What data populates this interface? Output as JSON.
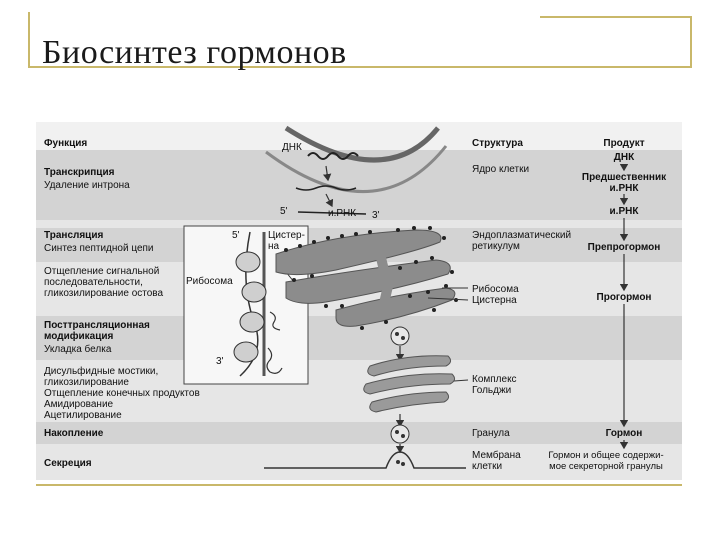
{
  "slide": {
    "title": "Биосинтез гормонов"
  },
  "left_column": {
    "header": "Функция",
    "rows": [
      {
        "title": "Транскрипция",
        "lines": "Удаление интрона"
      },
      {
        "title": "Трансляция",
        "lines": "Синтез пептидной цепи"
      },
      {
        "title": "",
        "lines": "Отщепление сигнальной\nпоследовательности,\nгликозилирование остова"
      },
      {
        "title": "Посттрансляционная\nмодификация",
        "lines": "Укладка белка"
      },
      {
        "title": "",
        "lines": "Дисульфидные мостики,\nгликозилирование\nОтщепление конечных продуктов\nАмидирование\nАцетилирование"
      },
      {
        "title": "Накопление",
        "lines": ""
      },
      {
        "title": "Секреция",
        "lines": ""
      }
    ]
  },
  "middle_column": {
    "header": "Структура",
    "items": [
      "Ядро клетки",
      "Эндоплазматический\nретикулум",
      "Рибосома\nЦистерна",
      "Комплекс\nГольджи",
      "Гранула",
      "Мембрана\nклетки"
    ]
  },
  "right_column": {
    "header": "Продукт",
    "items": [
      "ДНК",
      "Предшественник\nи.РНК",
      "и.РНК",
      "Препрогормон",
      "Прогормон",
      "Гормон",
      "Гормон и общее содержи-\nмое секреторной гранулы"
    ]
  },
  "diagram_labels": {
    "dna": "ДНК",
    "five_prime": "5'",
    "mrna": "и.РНК",
    "three_prime": "3'",
    "inset_five_prime": "5'",
    "inset_cistern": "Цистер-\nна",
    "inset_ribosome": "Рибосома",
    "inset_three_prime": "3'"
  },
  "colors": {
    "band_dark": "#d3d3d3",
    "band_light": "#e6e6e6",
    "figure_bg": "#f1f1f1",
    "organelle": "#8c8c8c",
    "accent_line": "#c9b86a"
  }
}
